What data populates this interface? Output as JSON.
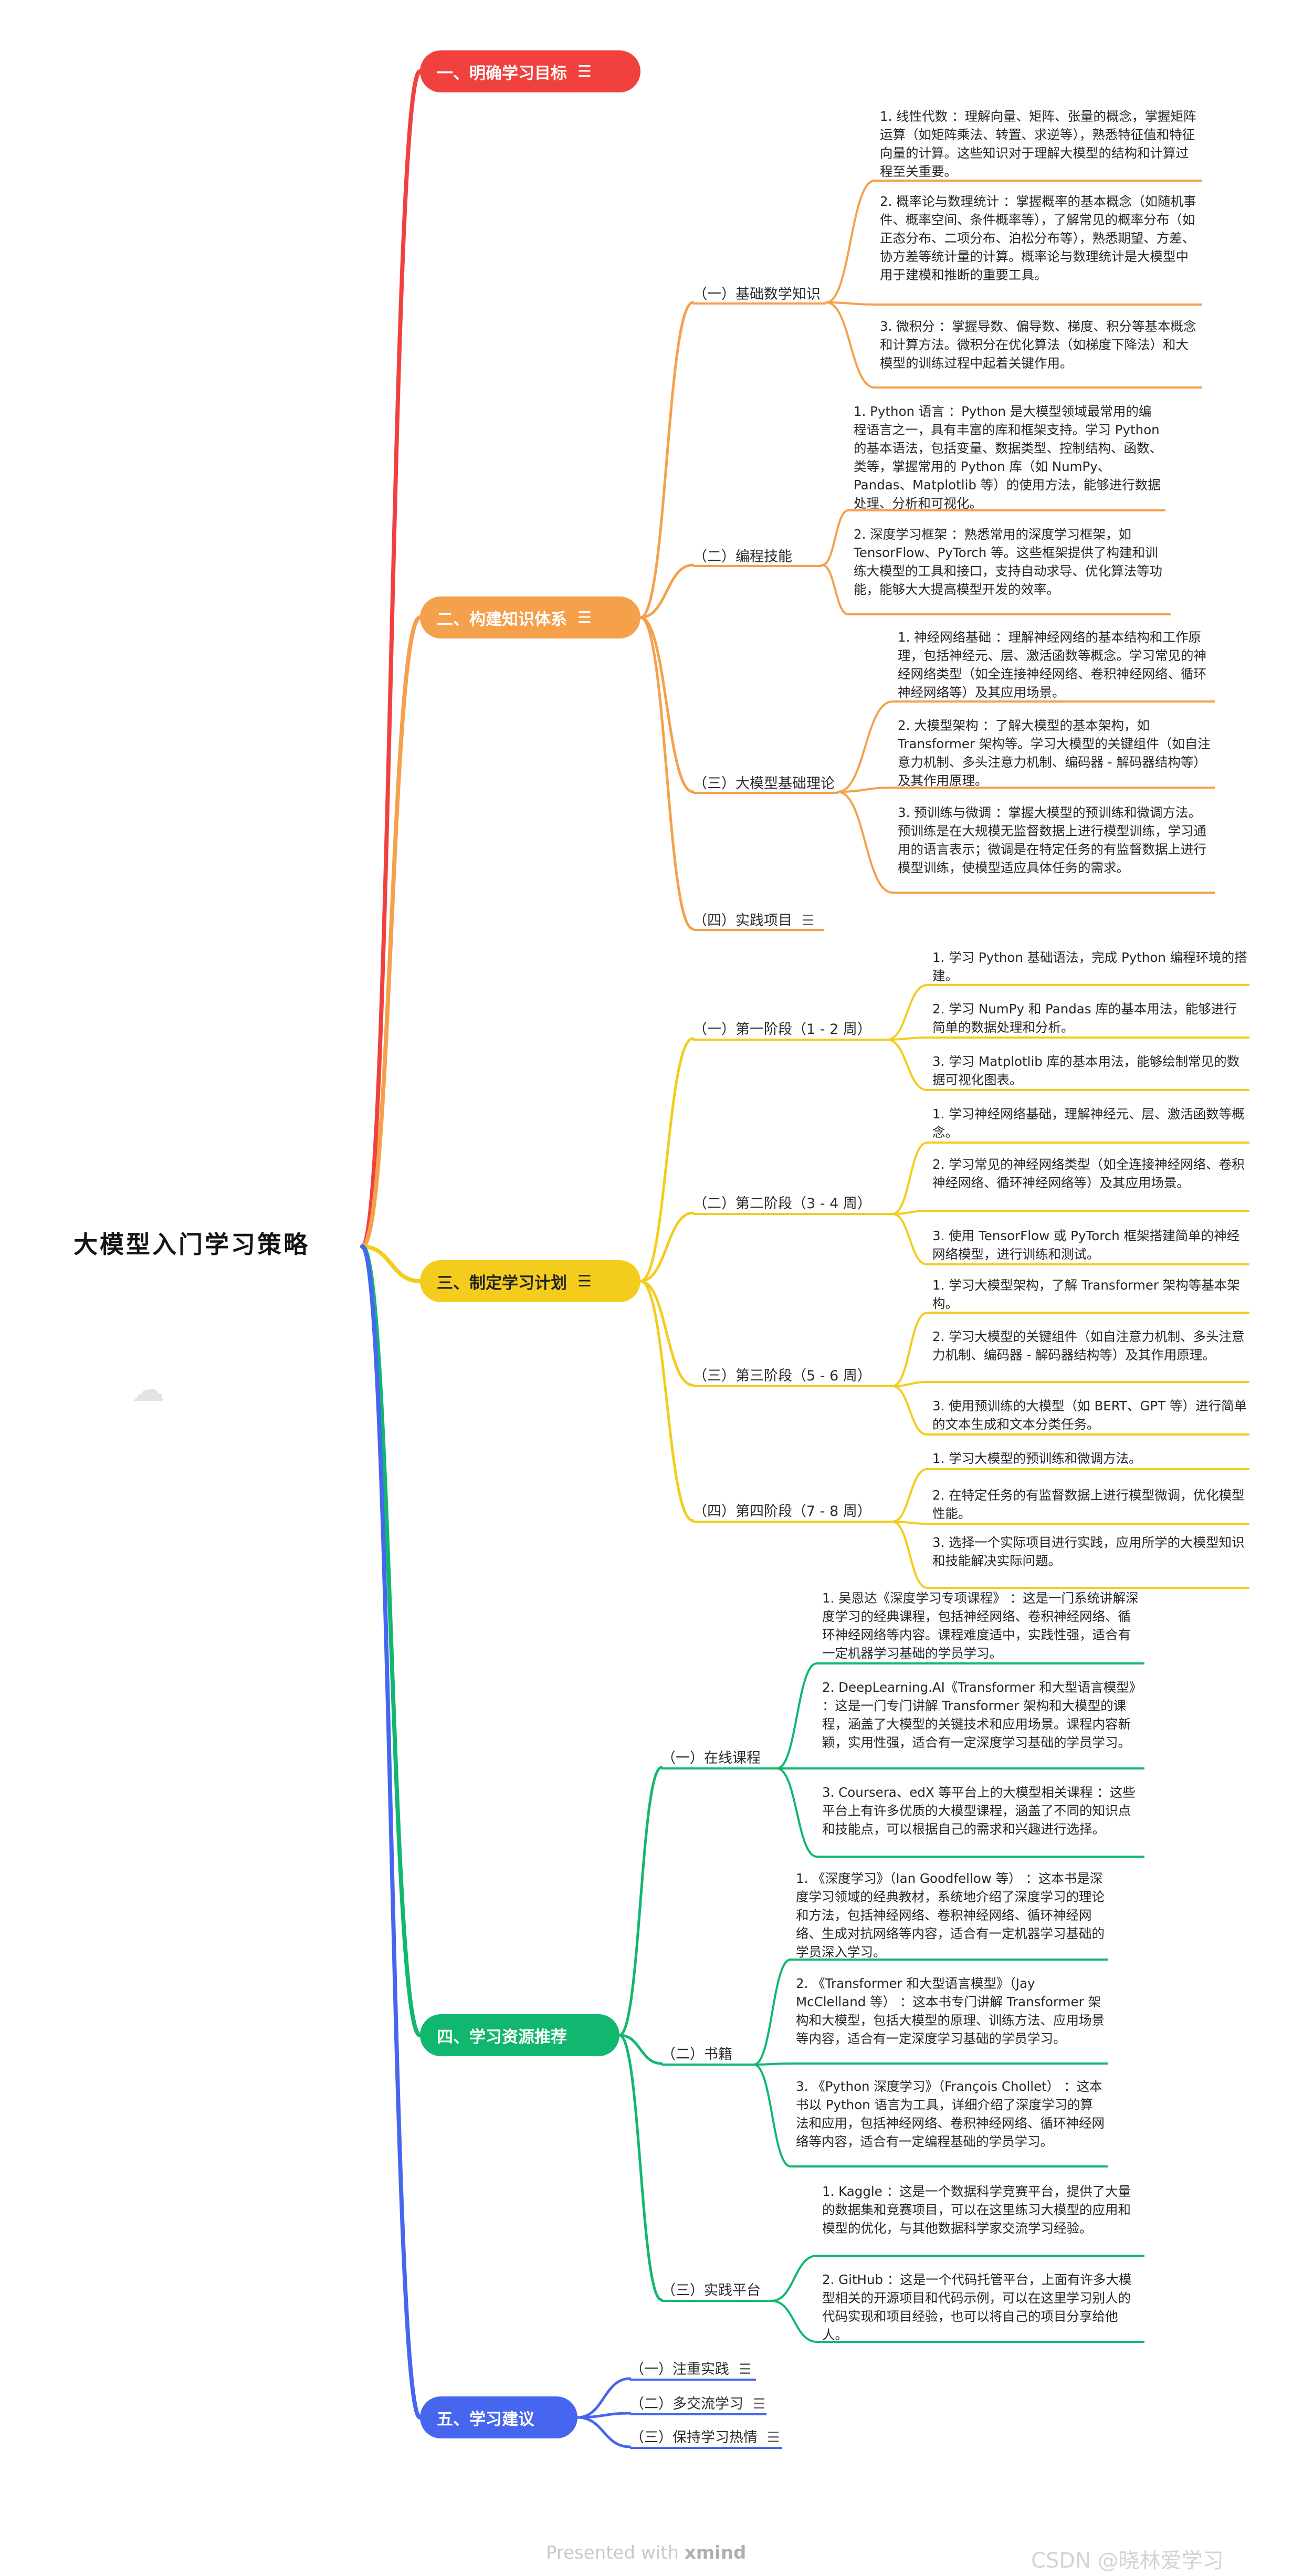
{
  "root": "大模型入门学习策略",
  "colors": {
    "red": "#f0413f",
    "orange": "#f5a04b",
    "yellow": "#f3cc1e",
    "green": "#12b76f",
    "blue": "#4766f0"
  },
  "icons": {
    "note": "note-icon",
    "cloud": "cloud-icon"
  },
  "b1": {
    "title": "一、明确学习目标"
  },
  "b2": {
    "title": "二、构建知识体系",
    "s1": {
      "label": "（一）基础数学知识",
      "items": [
        "1. 线性代数 ：理解向量、矩阵、张量的概念，掌握矩阵运算（如矩阵乘法、转置、求逆等），熟悉特征值和特征向量的计算。这些知识对于理解大模型的结构和计算过程至关重要。",
        "2. 概率论与数理统计 ：掌握概率的基本概念（如随机事件、概率空间、条件概率等），了解常见的概率分布（如正态分布、二项分布、泊松分布等），熟悉期望、方差、协方差等统计量的计算。概率论与数理统计是大模型中用于建模和推断的重要工具。",
        "3. 微积分 ：掌握导数、偏导数、梯度、积分等基本概念和计算方法。微积分在优化算法（如梯度下降法）和大模型的训练过程中起着关键作用。"
      ]
    },
    "s2": {
      "label": "（二）编程技能",
      "items": [
        "1. Python 语言 ：Python 是大模型领域最常用的编程语言之一，具有丰富的库和框架支持。学习 Python 的基本语法，包括变量、数据类型、控制结构、函数、类等，掌握常用的 Python 库（如 NumPy、Pandas、Matplotlib 等）的使用方法，能够进行数据处理、分析和可视化。",
        "2. 深度学习框架 ：熟悉常用的深度学习框架，如 TensorFlow、PyTorch 等。这些框架提供了构建和训练大模型的工具和接口，支持自动求导、优化算法等功能，能够大大提高模型开发的效率。"
      ]
    },
    "s3": {
      "label": "（三）大模型基础理论",
      "items": [
        "1. 神经网络基础 ：理解神经网络的基本结构和工作原理，包括神经元、层、激活函数等概念。学习常见的神经网络类型（如全连接神经网络、卷积神经网络、循环神经网络等）及其应用场景。",
        "2. 大模型架构 ：了解大模型的基本架构，如 Transformer 架构等。学习大模型的关键组件（如自注意力机制、多头注意力机制、编码器 - 解码器结构等）及其作用原理。",
        "3. 预训练与微调 ：掌握大模型的预训练和微调方法。预训练是在大规模无监督数据上进行模型训练，学习通用的语言表示；微调是在特定任务的有监督数据上进行模型训练，使模型适应具体任务的需求。"
      ]
    },
    "s4": {
      "label": "（四）实践项目"
    }
  },
  "b3": {
    "title": "三、制定学习计划",
    "s1": {
      "label": "（一）第一阶段（1 - 2 周）",
      "items": [
        "1. 学习 Python 基础语法，完成 Python 编程环境的搭建。",
        "2. 学习 NumPy 和 Pandas 库的基本用法，能够进行简单的数据处理和分析。",
        "3. 学习 Matplotlib 库的基本用法，能够绘制常见的数据可视化图表。"
      ]
    },
    "s2": {
      "label": "（二）第二阶段（3 - 4 周）",
      "items": [
        "1. 学习神经网络基础，理解神经元、层、激活函数等概念。",
        "2. 学习常见的神经网络类型（如全连接神经网络、卷积神经网络、循环神经网络等）及其应用场景。",
        "3. 使用 TensorFlow 或 PyTorch 框架搭建简单的神经网络模型，进行训练和测试。"
      ]
    },
    "s3": {
      "label": "（三）第三阶段（5 - 6 周）",
      "items": [
        "1. 学习大模型架构，了解 Transformer 架构等基本架构。",
        "2. 学习大模型的关键组件（如自注意力机制、多头注意力机制、编码器 - 解码器结构等）及其作用原理。",
        "3. 使用预训练的大模型（如 BERT、GPT 等）进行简单的文本生成和文本分类任务。"
      ]
    },
    "s4": {
      "label": "（四）第四阶段（7 - 8 周）",
      "items": [
        "1. 学习大模型的预训练和微调方法。",
        "2. 在特定任务的有监督数据上进行模型微调，优化模型性能。",
        "3. 选择一个实际项目进行实践，应用所学的大模型知识和技能解决实际问题。"
      ]
    }
  },
  "b4": {
    "title": "四、学习资源推荐",
    "s1": {
      "label": "（一）在线课程",
      "items": [
        "1. 吴恩达《深度学习专项课程》 ：这是一门系统讲解深度学习的经典课程，包括神经网络、卷积神经网络、循环神经网络等内容。课程难度适中，实践性强，适合有一定机器学习基础的学员学习。",
        "2. DeepLearning.AI《Transformer 和大型语言模型》 ：这是一门专门讲解 Transformer 架构和大模型的课程，涵盖了大模型的关键技术和应用场景。课程内容新颖，实用性强，适合有一定深度学习基础的学员学习。",
        "3. Coursera、edX 等平台上的大模型相关课程 ：这些平台上有许多优质的大模型课程，涵盖了不同的知识点和技能点，可以根据自己的需求和兴趣进行选择。"
      ]
    },
    "s2": {
      "label": "（二）书籍",
      "items": [
        "1. 《深度学习》（Ian Goodfellow 等） ：这本书是深度学习领域的经典教材，系统地介绍了深度学习的理论和方法，包括神经网络、卷积神经网络、循环神经网络、生成对抗网络等内容，适合有一定机器学习基础的学员深入学习。",
        "2. 《Transformer 和大型语言模型》（Jay McClelland 等） ：这本书专门讲解 Transformer 架构和大模型，包括大模型的原理、训练方法、应用场景等内容，适合有一定深度学习基础的学员学习。",
        "3. 《Python 深度学习》（François Chollet） ：这本书以 Python 语言为工具，详细介绍了深度学习的算法和应用，包括神经网络、卷积神经网络、循环神经网络等内容，适合有一定编程基础的学员学习。"
      ]
    },
    "s3": {
      "label": "（三）实践平台",
      "items": [
        "1. Kaggle ：这是一个数据科学竞赛平台，提供了大量的数据集和竞赛项目，可以在这里练习大模型的应用和模型的优化，与其他数据科学家交流学习经验。",
        "2. GitHub ：这是一个代码托管平台，上面有许多大模型相关的开源项目和代码示例，可以在这里学习别人的代码实现和项目经验，也可以将自己的项目分享给他人。"
      ]
    }
  },
  "b5": {
    "title": "五、学习建议",
    "s1": {
      "label": "（一）注重实践"
    },
    "s2": {
      "label": "（二）多交流学习"
    },
    "s3": {
      "label": "（三）保持学习热情"
    }
  },
  "watermark": {
    "presented": "Presented with",
    "brand": "xmind",
    "csdn": "CSDN @晓林爱学习"
  }
}
